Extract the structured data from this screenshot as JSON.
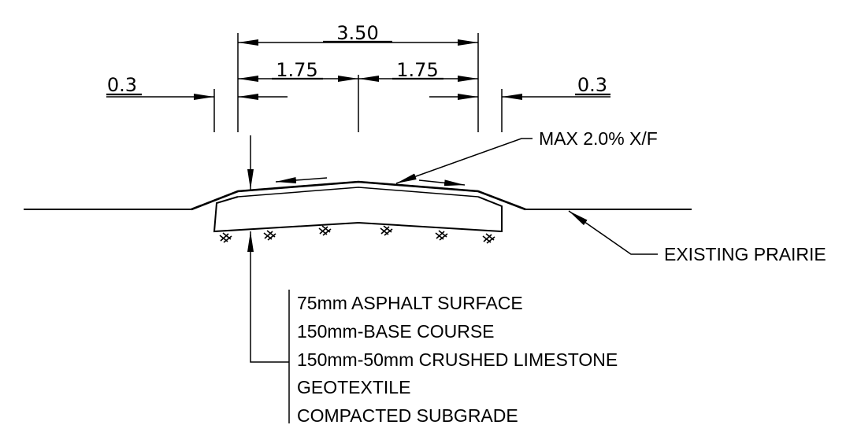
{
  "dimensions": {
    "total_width": "3.50",
    "left_half": "1.75",
    "right_half": "1.75",
    "left_shoulder": "0.3",
    "right_shoulder": "0.3"
  },
  "callouts": {
    "slope": "MAX 2.0% X/F",
    "ground": "EXISTING PRAIRIE"
  },
  "layers": [
    "75mm ASPHALT SURFACE",
    "150mm-BASE COURSE",
    "150mm-50mm CRUSHED LIMESTONE",
    "GEOTEXTILE",
    "COMPACTED SUBGRADE"
  ],
  "colors": {
    "line": "#000000",
    "background": "#ffffff"
  }
}
